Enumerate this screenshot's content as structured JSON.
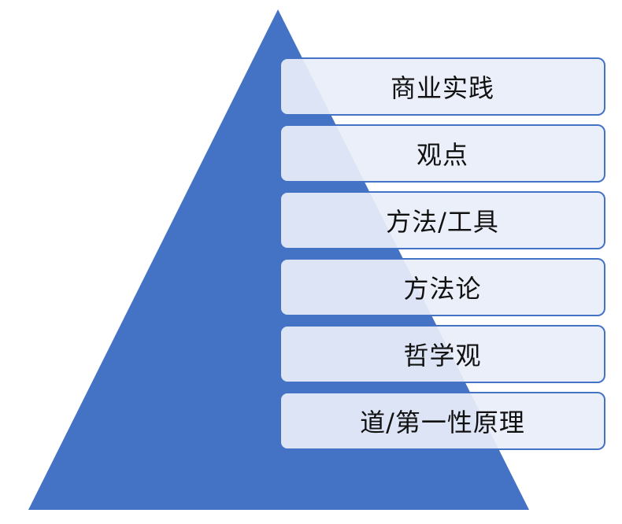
{
  "diagram": {
    "colors": {
      "pyramid_fill": "#4472c4",
      "box_fill": "#e9eef8",
      "box_border": "#4472c4",
      "text": "#111111"
    },
    "levels": [
      {
        "label": "商业实践"
      },
      {
        "label": "观点"
      },
      {
        "label": "方法/工具"
      },
      {
        "label": "方法论"
      },
      {
        "label": "哲学观"
      },
      {
        "label": "道/第一性原理"
      }
    ]
  }
}
